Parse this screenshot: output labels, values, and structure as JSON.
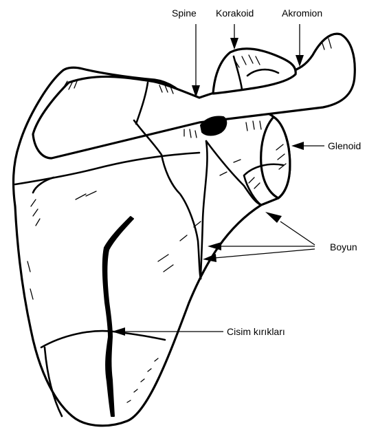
{
  "labels": {
    "spine": "Spine",
    "coracoid": "Korakoid",
    "acromion": "Akromion",
    "glenoid": "Glenoid",
    "neck": "Boyun",
    "body_fractures": "Cisim kırıkları"
  }
}
